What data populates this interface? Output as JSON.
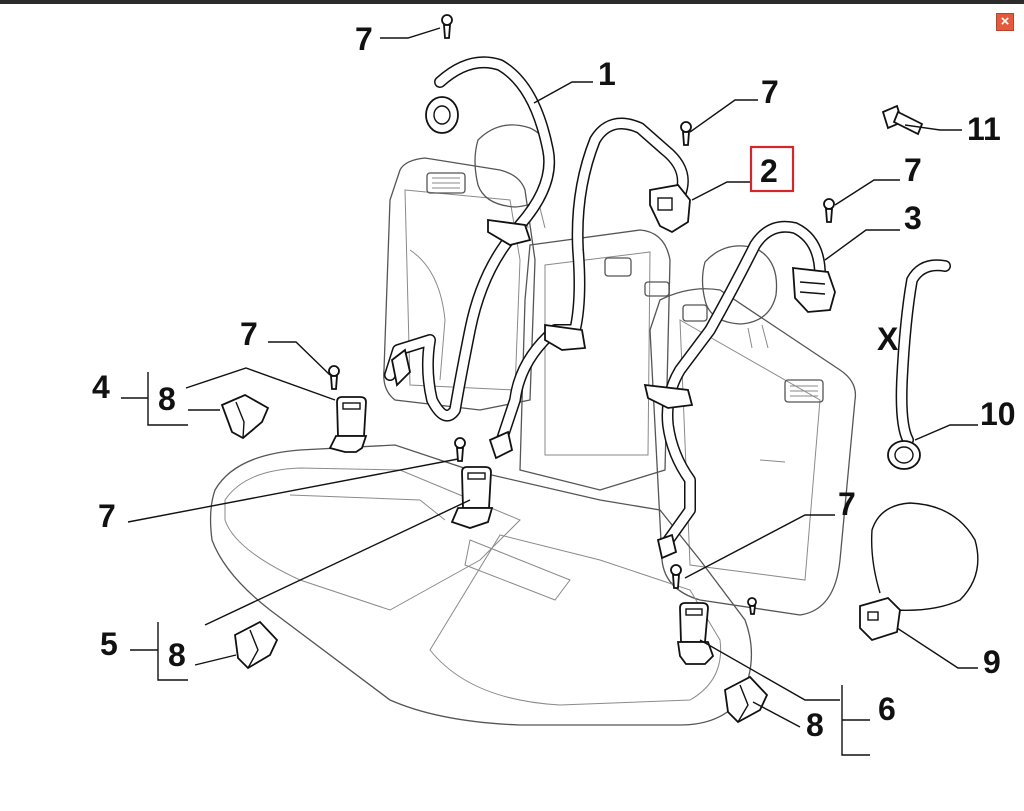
{
  "window": {
    "close_glyph": "×"
  },
  "callouts": {
    "belt_left": "1",
    "belt_center": "2",
    "belt_right": "3",
    "buckle_left_group": "4",
    "buckle_center_group": "5",
    "buckle_right_group": "6",
    "screw": "7",
    "buckle_cover": "8",
    "cable_sensor": "9",
    "ring": "10",
    "bolt": "11",
    "strap_excluded": "X"
  },
  "highlight": {
    "selected_part": "2",
    "color": "#d6262b"
  },
  "icons": [
    "close-icon",
    "screw-icon",
    "bolt-icon",
    "buckle-icon",
    "buckle-cover-icon",
    "retractor-icon",
    "ring-icon",
    "connector-icon"
  ]
}
